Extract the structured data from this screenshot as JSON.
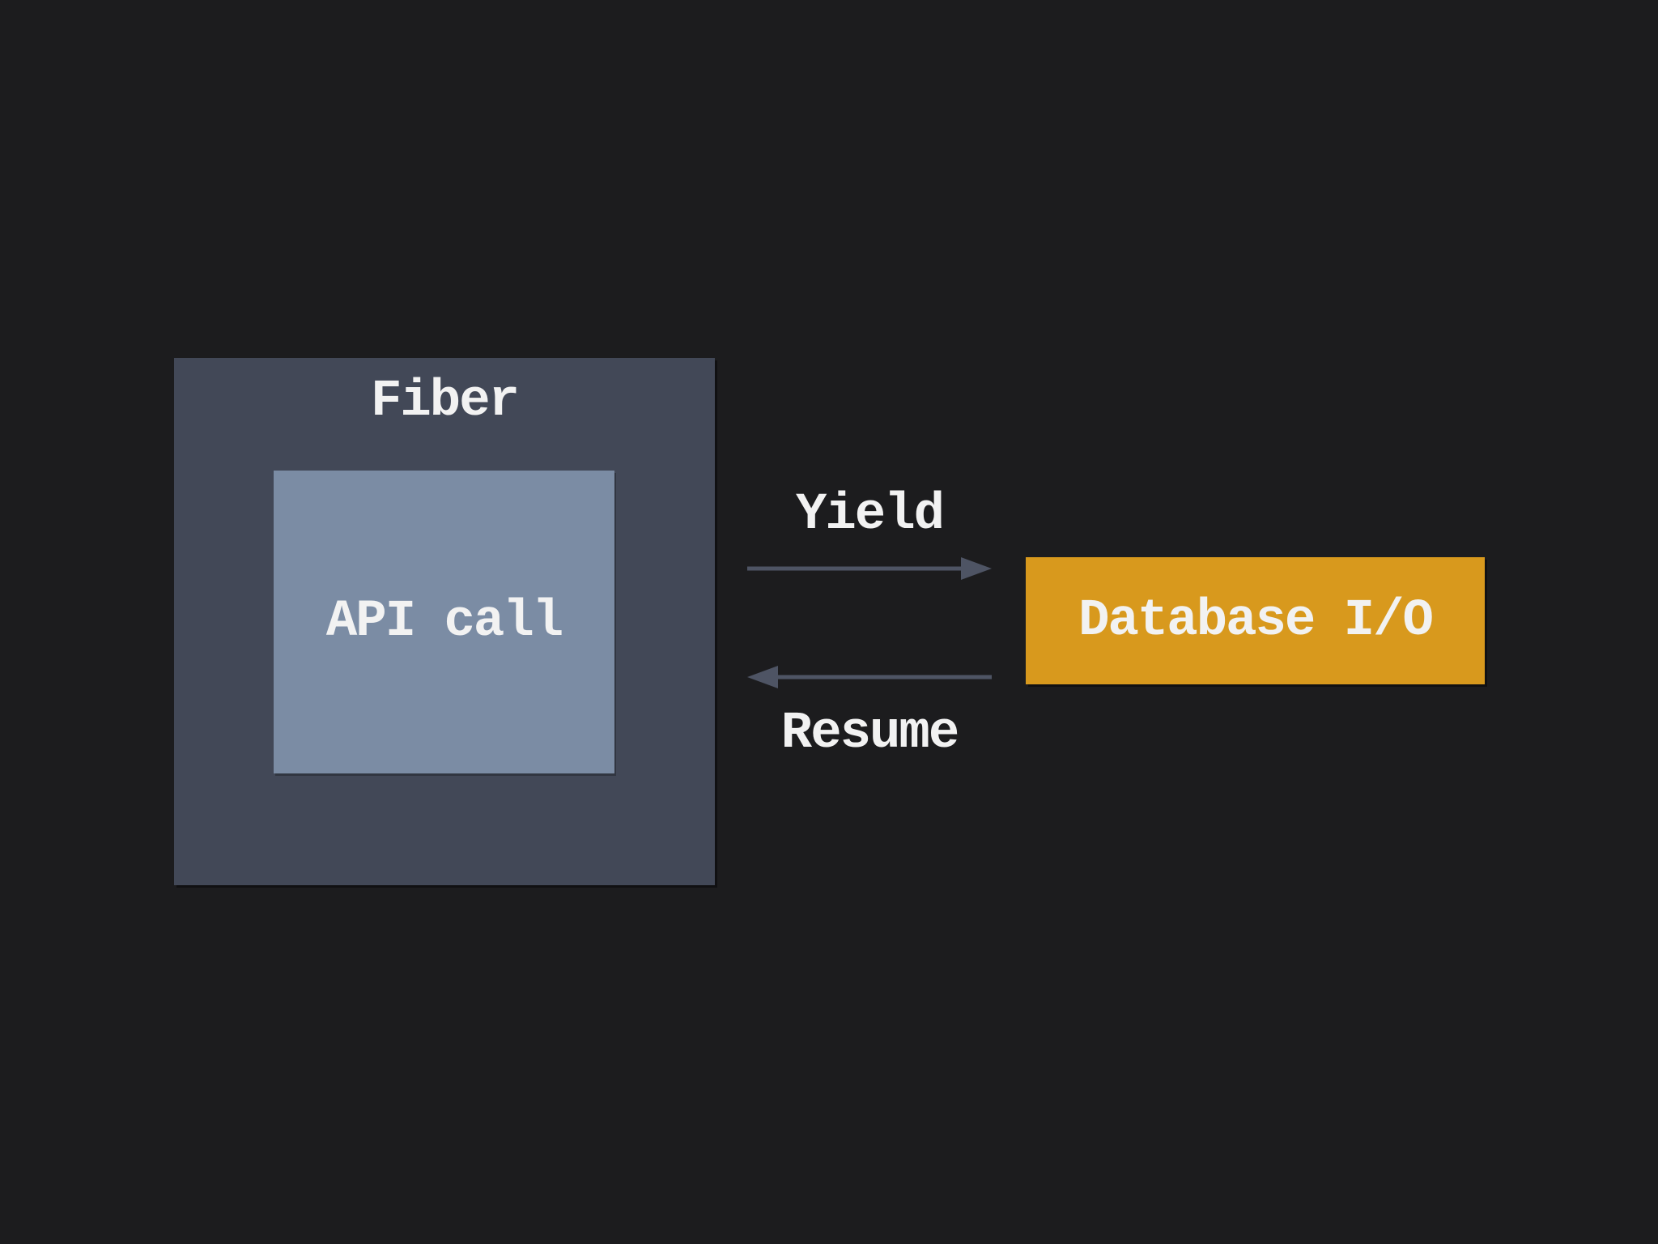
{
  "diagram": {
    "fiber_box": {
      "label": "Fiber"
    },
    "api_call_box": {
      "label": "API call"
    },
    "database_box": {
      "label": "Database I/O"
    },
    "yield_arrow": {
      "label": "Yield",
      "direction": "right"
    },
    "resume_arrow": {
      "label": "Resume",
      "direction": "left"
    }
  },
  "colors": {
    "background": "#1C1C1E",
    "fiber_box": "#424857",
    "api_call_box": "#7B8CA4",
    "database_box": "#D8991D",
    "arrow": "#4E5464",
    "text": "#F2F2F2"
  }
}
